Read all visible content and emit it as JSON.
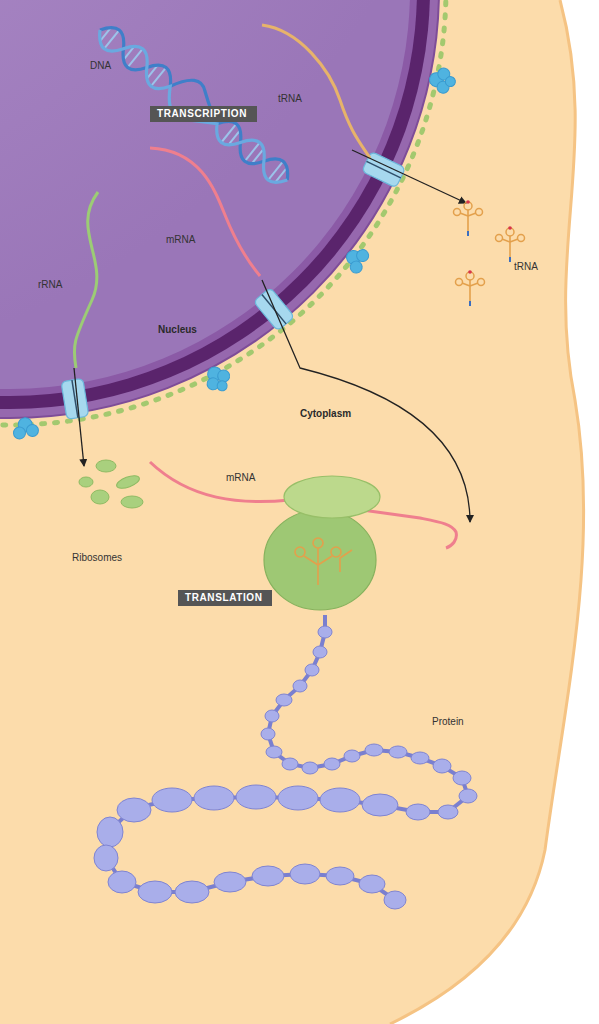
{
  "diagram": {
    "nodes": [
      {
        "text": [
          "TRANSCRIPTION"
        ]
      },
      {
        "text": [
          "TRANSLATION"
        ]
      }
    ],
    "labels": [
      "DNA",
      "tRNA",
      "mRNA",
      "rRNA",
      "Nucleus",
      "tRNA",
      "Cytoplasm",
      "mRNA",
      "Ribosomes",
      "Protein"
    ]
  }
}
